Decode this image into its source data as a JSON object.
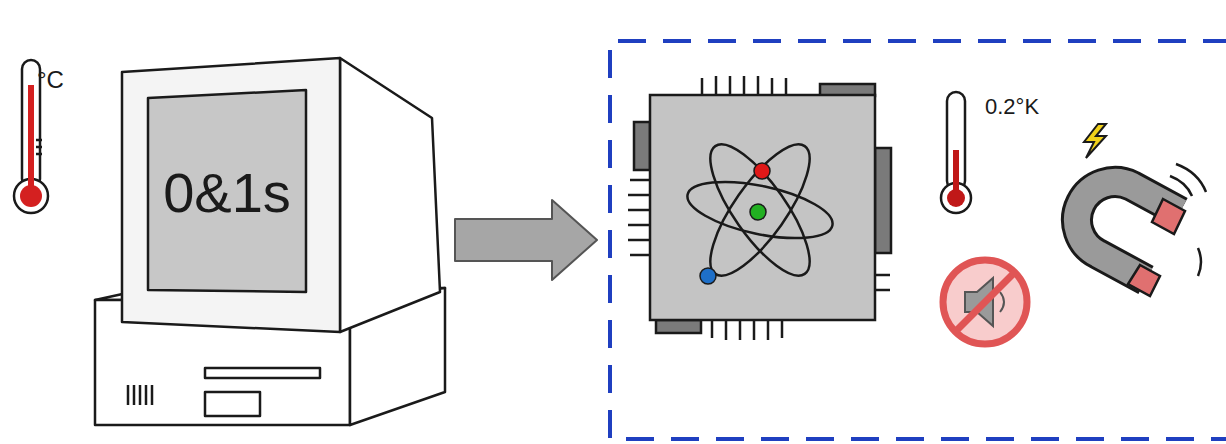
{
  "diagram": {
    "nodes": [
      {
        "text": [
          "0&1s"
        ]
      },
      {
        "text": [
          "0.2°K"
        ]
      }
    ],
    "edges": [
      {
        "from": 0,
        "to": 1,
        "arrow": "to"
      }
    ],
    "labels": [
      "°C"
    ]
  }
}
